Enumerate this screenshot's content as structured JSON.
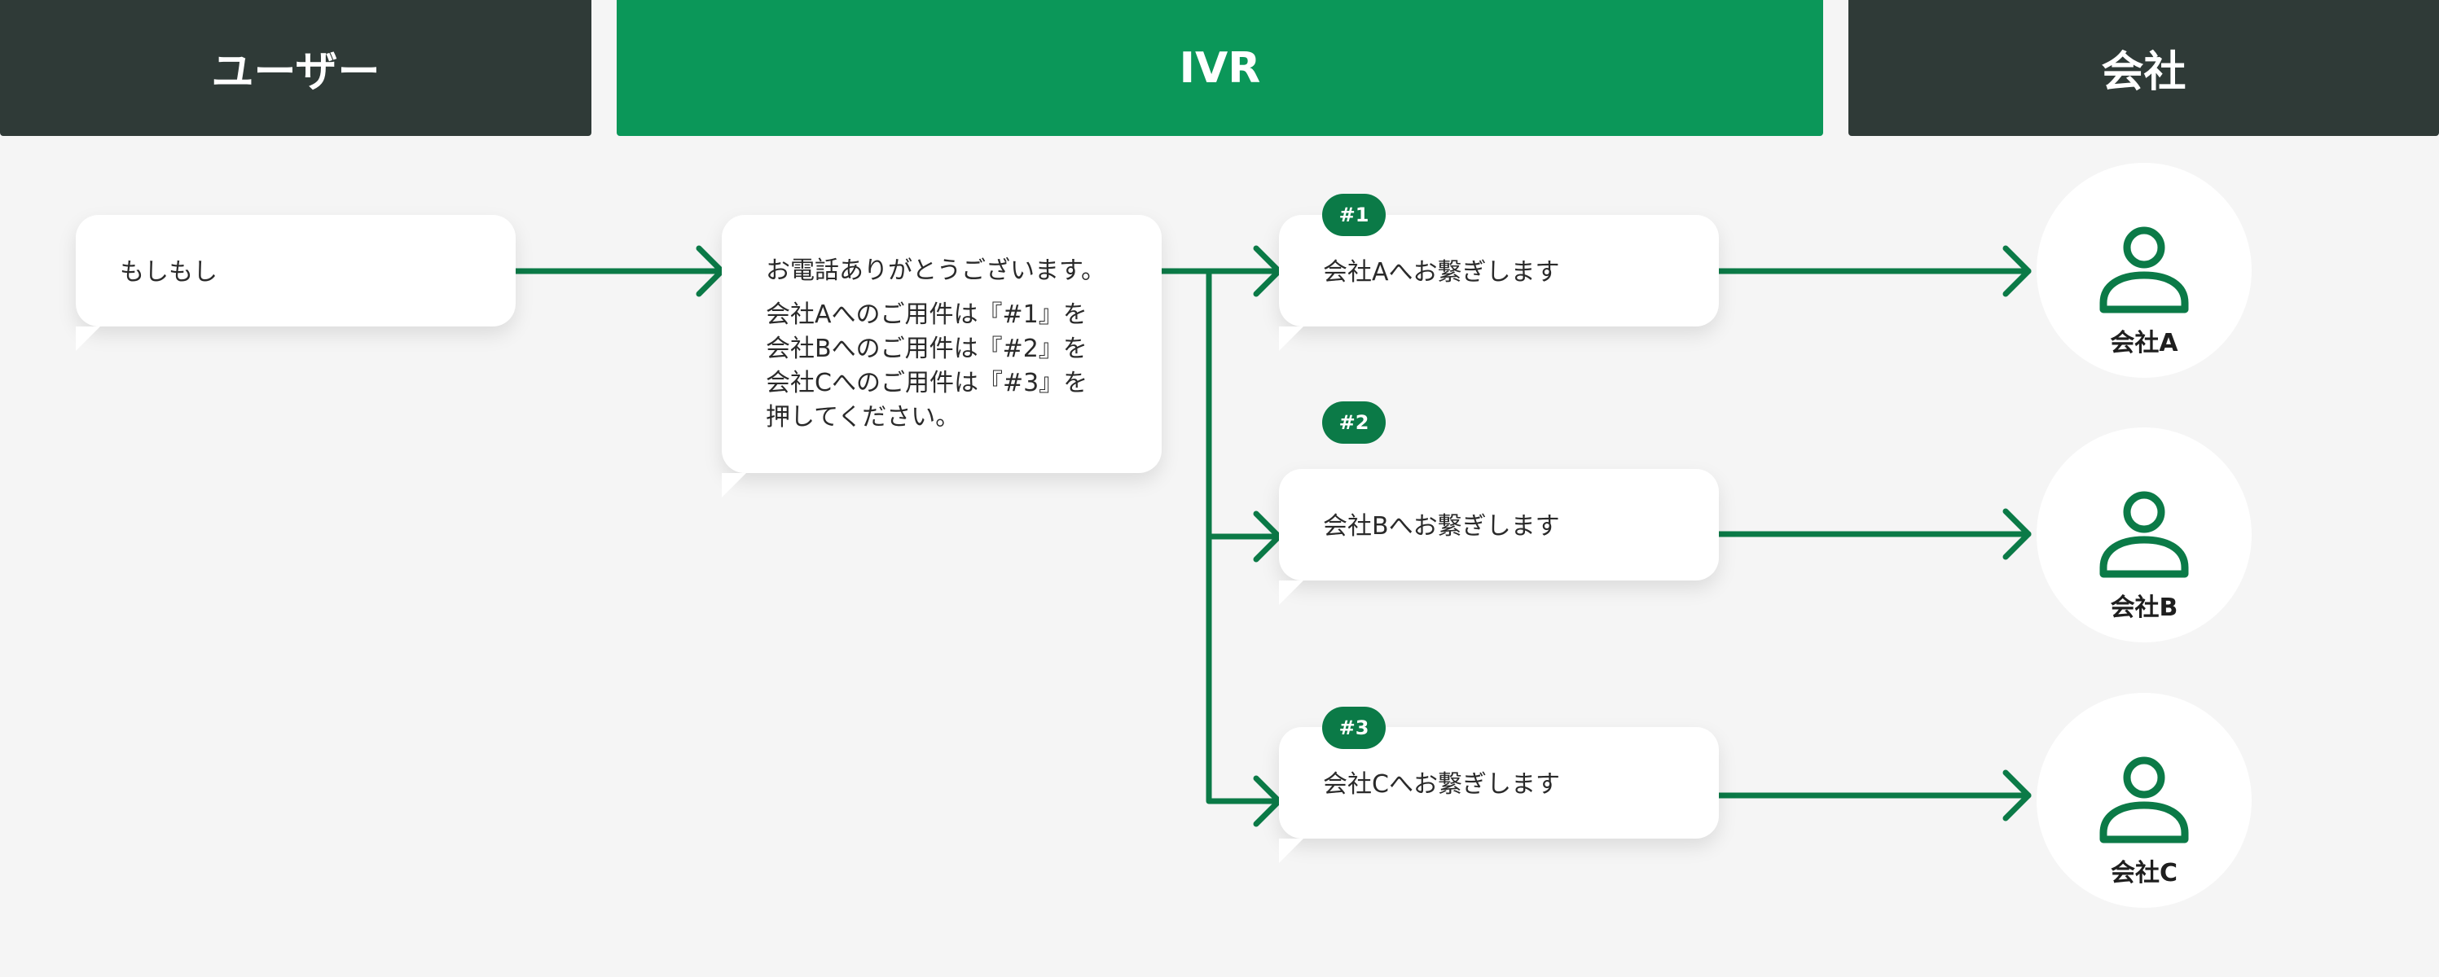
{
  "lanes": {
    "user": "ユーザー",
    "ivr": "IVR",
    "company": "会社"
  },
  "user_bubble": {
    "text": "もしもし"
  },
  "ivr_bubble": {
    "greeting": "お電話ありがとうございます。",
    "lines": [
      "会社Aへのご用件は『#1』を",
      "会社Bへのご用件は『#2』を",
      "会社Cへのご用件は『#3』を",
      "押してください。"
    ]
  },
  "routes": [
    {
      "badge": "#1",
      "message": "会社Aへお繋ぎします",
      "company": "会社A"
    },
    {
      "badge": "#2",
      "message": "会社Bへお繋ぎします",
      "company": "会社B"
    },
    {
      "badge": "#3",
      "message": "会社Cへお繋ぎします",
      "company": "会社C"
    }
  ],
  "colors": {
    "accent": "#0b9759",
    "dark": "#2f3a37",
    "connector": "#0b7a47",
    "background": "#f5f5f5"
  },
  "icons": {
    "company": "person-icon"
  }
}
